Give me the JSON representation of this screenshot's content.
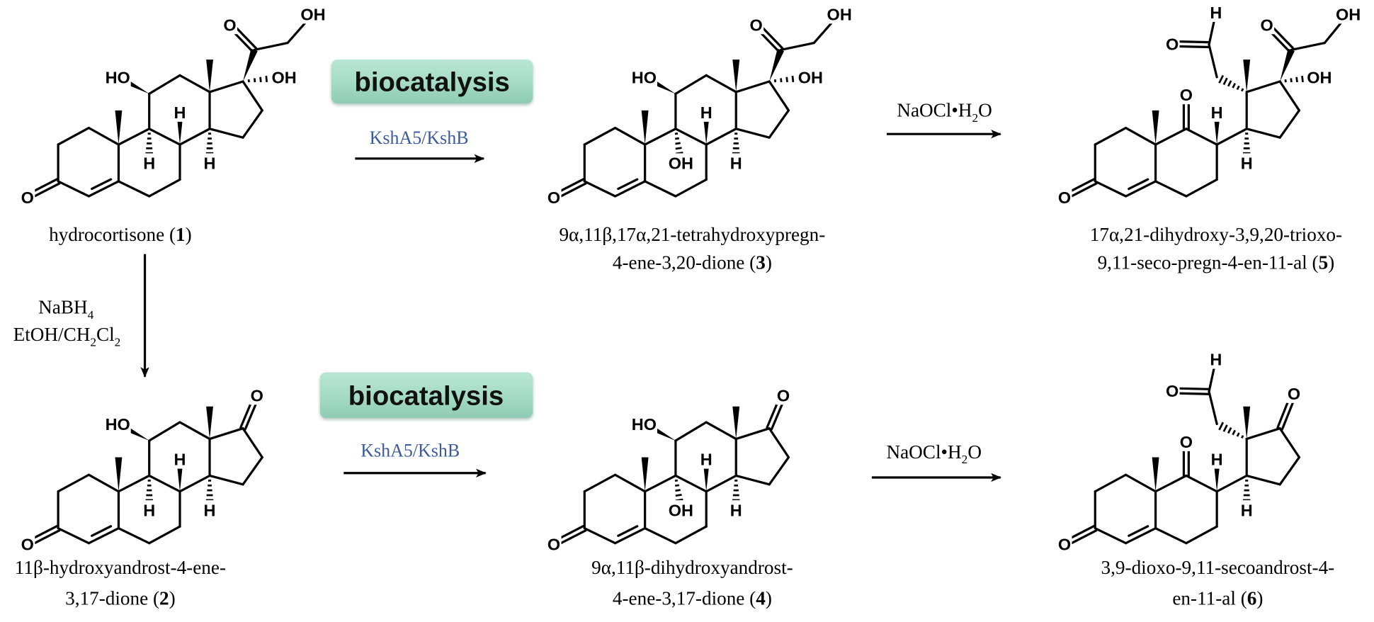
{
  "colors": {
    "badge": "#a6dcc6",
    "enzyme_text": "#3b5b9c"
  },
  "steps": {
    "top_biocatalysis": {
      "badge": "biocatalysis",
      "enzyme": "KshA5/KshB"
    },
    "bottom_biocatalysis": {
      "badge": "biocatalysis",
      "enzyme": "KshA5/KshB"
    },
    "top_oxidation": {
      "reagent_main": "NaOCl•H",
      "reagent_sub": "2",
      "reagent_tail": "O"
    },
    "bottom_oxidation": {
      "reagent_main": "NaOCl•H",
      "reagent_sub": "2",
      "reagent_tail": "O"
    },
    "reduction": {
      "line1_main": "NaBH",
      "line1_sub": "4",
      "line2_a": "EtOH/CH",
      "line2_sub1": "2",
      "line2_b": "Cl",
      "line2_sub2": "2"
    }
  },
  "compounds": {
    "c1": {
      "line1_pre": "hydrocortisone (",
      "number": "1",
      "line1_post": ")",
      "atoms": {
        "O3": "O",
        "O11": "HO",
        "H8": "H",
        "H9": "H",
        "H14": "H",
        "O17": "OH",
        "O20": "O",
        "O21": "OH"
      }
    },
    "c3": {
      "line1": "9α,11β,17α,21-tetrahydroxypregn-",
      "line2_pre": "4-ene-3,20-dione (",
      "number": "3",
      "line2_post": ")",
      "atoms": {
        "O3": "O",
        "O11": "HO",
        "H8": "H",
        "O9": "OH",
        "H14": "H",
        "O17": "OH",
        "O20": "O",
        "O21": "OH"
      }
    },
    "c5": {
      "line1": "17α,21-dihydroxy-3,9,20-trioxo-",
      "line2_pre": "9,11-seco-pregn-4-en-11-al (",
      "number": "5",
      "line2_post": ")",
      "atoms": {
        "O3": "O",
        "O9": "O",
        "H8": "H",
        "H14": "H",
        "O11": "O",
        "H11": "H",
        "O17": "OH",
        "O20": "O",
        "O21": "OH"
      }
    },
    "c2": {
      "line1": "11β-hydroxyandrost-4-ene-",
      "line2_pre": "3,17-dione (",
      "number": "2",
      "line2_post": ")",
      "atoms": {
        "O3": "O",
        "O11": "HO",
        "H8": "H",
        "H9": "H",
        "H14": "H",
        "O17": "O"
      }
    },
    "c4": {
      "line1": "9α,11β-dihydroxyandrost-",
      "line2_pre": "4-ene-3,17-dione (",
      "number": "4",
      "line2_post": ")",
      "atoms": {
        "O3": "O",
        "O11": "HO",
        "H8": "H",
        "O9": "OH",
        "H14": "H",
        "O17": "O"
      }
    },
    "c6": {
      "line1": "3,9-dioxo-9,11-secoandrost-4-",
      "line2_pre": "en-11-al (",
      "number": "6",
      "line2_post": ")",
      "atoms": {
        "O3": "O",
        "O9": "O",
        "H8": "H",
        "H14": "H",
        "O11": "O",
        "H11": "H",
        "O17": "O"
      }
    }
  }
}
